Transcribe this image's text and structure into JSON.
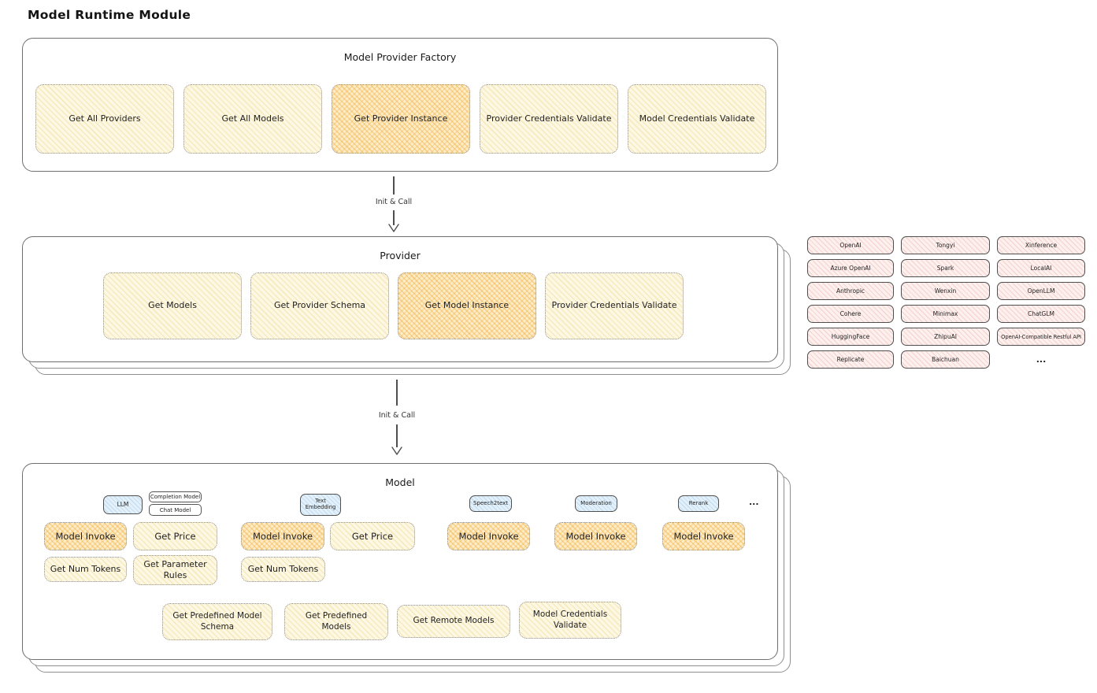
{
  "page_title": "Model Runtime Module",
  "arrow1_label": "Init & Call",
  "arrow2_label": "Init & Call",
  "factory": {
    "title": "Model Provider Factory",
    "items": [
      {
        "label": "Get All Providers",
        "highlight": false
      },
      {
        "label": "Get All Models",
        "highlight": false
      },
      {
        "label": "Get Provider Instance",
        "highlight": true
      },
      {
        "label": "Provider Credentials Validate",
        "highlight": false
      },
      {
        "label": "Model Credentials Validate",
        "highlight": false
      }
    ]
  },
  "provider": {
    "title": "Provider",
    "items": [
      {
        "label": "Get Models",
        "highlight": false
      },
      {
        "label": "Get Provider Schema",
        "highlight": false
      },
      {
        "label": "Get Model Instance",
        "highlight": true
      },
      {
        "label": "Provider Credentials Validate",
        "highlight": false
      }
    ]
  },
  "providers_grid": {
    "rows": [
      [
        "OpenAI",
        "Tongyi",
        "Xinference"
      ],
      [
        "Azure OpenAI",
        "Spark",
        "LocalAI"
      ],
      [
        "Anthropic",
        "Wenxin",
        "OpenLLM"
      ],
      [
        "Cohere",
        "Minimax",
        "ChatGLM"
      ],
      [
        "HuggingFace",
        "ZhipuAI",
        "OpenAI-Compatible Restful API"
      ],
      [
        "Replicate",
        "Baichuan",
        "..."
      ]
    ]
  },
  "model": {
    "title": "Model",
    "tabs": {
      "llm": "LLM",
      "completion_model": "Completion Model",
      "chat_model": "Chat Model",
      "text_embedding": "Text Embedding",
      "speech2text": "Speech2text",
      "moderation": "Moderation",
      "rerank": "Rerank",
      "more": "..."
    },
    "llm": {
      "invoke": "Model Invoke",
      "price": "Get Price",
      "tokens": "Get Num Tokens",
      "rules": "Get Parameter Rules"
    },
    "text_embedding": {
      "invoke": "Model Invoke",
      "price": "Get Price",
      "tokens": "Get Num Tokens"
    },
    "speech2text": {
      "invoke": "Model Invoke"
    },
    "moderation": {
      "invoke": "Model Invoke"
    },
    "rerank": {
      "invoke": "Model Invoke"
    },
    "common": [
      "Get Predefined Model Schema",
      "Get Predefined Models",
      "Get Remote Models",
      "Model Credentials Validate"
    ]
  },
  "colors": {
    "node_yellow": "#fdf8e4",
    "node_highlight_orange": "#fcedc8",
    "provider_pink": "#fdf1ef",
    "tab_blue": "#e4f1fa",
    "panel_border": "#6f6f6f",
    "text": "#1f1f1f"
  }
}
